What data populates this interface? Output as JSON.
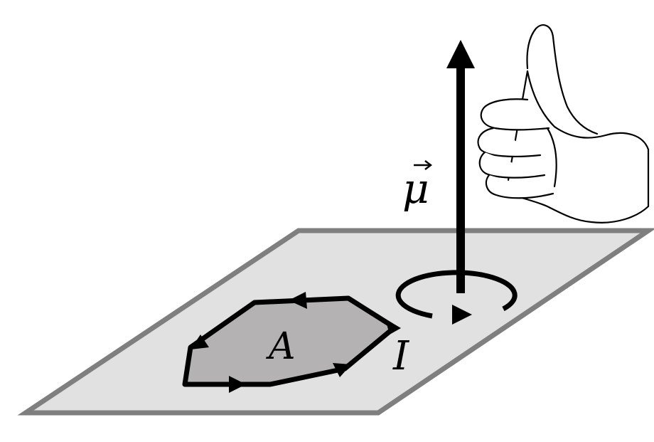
{
  "labels": {
    "moment": "μ",
    "area": "A",
    "current": "I"
  },
  "colors": {
    "background": "#ffffff",
    "plane_fill": "#e1e1e1",
    "plane_edge": "#7f7f7f",
    "loop_fill": "#b4b2b2",
    "ink": "#000000",
    "hand_fill": "#ffffff"
  },
  "icons": {
    "hand": "thumbs-up-hand-icon",
    "moment_arrow": "arrow-up-icon",
    "rotation": "circular-arrow-icon"
  }
}
